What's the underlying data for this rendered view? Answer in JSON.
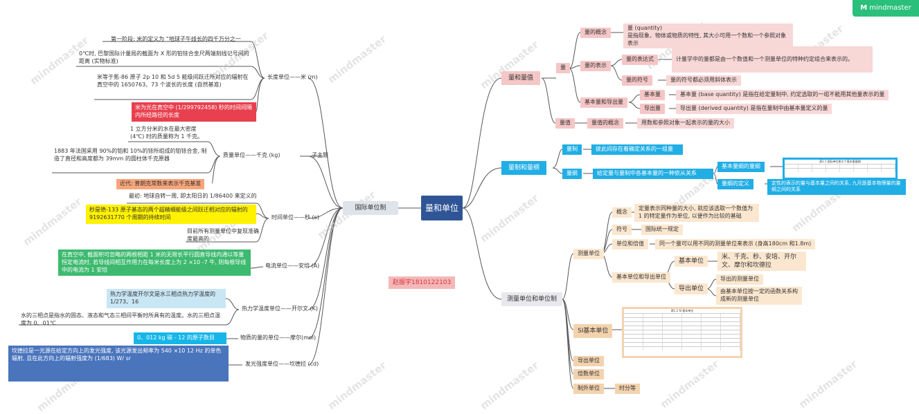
{
  "brand": {
    "label": "mindmaster",
    "icon": "mindmaster-logo-icon"
  },
  "watermark": "mindmaster",
  "root": "量和单位",
  "student": "赵振宇1810122103",
  "left": {
    "title": "国际单位制",
    "length": {
      "label": "长度单位——米 (m)",
      "d1": "第一阶段: 米的定义为 “地球子午线长的四千万分之一",
      "d2": "0℃时, 巴黎国际计量局的截面为 X 形的铂铱合金尺两端刻线记号间的距离 (实物标准)",
      "d3": "米等于氪-86 原子 2p 10 和 5d 5 能级间跃迁所对应的辐射在真空中的 1650763、73 个波长的长度 (自然基准)",
      "d4": "米为光在真空中 (1/299792458) 秒的时间间隔内所经路径的长度"
    },
    "mass": {
      "label": "质量单位——千克 (kg)",
      "tag": "子主题",
      "d1": "1 立方分米的水在最大密度 (4℃) 时的质量称为 1 千克。",
      "d2": "1883 年法国采用 90%的铂和 10%的铱所组成的铂铱合金, 制造了直径和高度都为 39mm 的圆柱体千克原器",
      "d3": "近代: 普朗克常数来表示千克基准"
    },
    "time": {
      "label": "时间单位——秒 (s)",
      "d1": "最初: 地球自转一周, 即太阳日的 1/86400 来定义的",
      "d2": "秒是铯-133 原子基态的两个超精细能级之间跃迁相对应的辐射的 9192631770 个周期的持续时间",
      "d3": "目前所有测量单位中复现准确度最高的"
    },
    "current": {
      "label": "电流单位——安培 (A)",
      "d1": "在真空中, 截面积可忽略的两根相距 1 米的无限长平行圆直导线内通以等量恒定电流时, 若导线间相互作用力在每米长度上为 2 ×10 -7 牛, 则每根导线中的电流为 1 安培"
    },
    "temperature": {
      "label": "热力学温度单位——开尔文 (K)",
      "d1": "热力学温度开尔文是水三相点热力学温度的 1/273、16",
      "d2": "水的三相点是指水的固态、液态和气态三相间平衡时所具有的温度。水的三相点温度为 0、01℃"
    },
    "amount": {
      "label": "物质的量的单位——摩尔(mol)",
      "d1": "0、012 kg 碳 - 12 的原子数目"
    },
    "luminous": {
      "label": "发光强度单位——坎德拉 (cd)",
      "d1": "坎德拉是一光源在给定方向上的发光强度, 该光源发出频率为 540 ×10 12 Hz 的单色辐射, 且在此方向上的辐射强度为 (1/683) W/ sr"
    }
  },
  "right": {
    "quantity": {
      "title": "量和量值",
      "liang": "量",
      "concept": "量的概念",
      "concept_text1": "量 (quantity)",
      "concept_text2": "是指现象、物体或物质的特性, 其大小可用一个数和一个参照对象表示",
      "repr": "量的表示",
      "expr": "量的表达式",
      "expr_text": "计量学中的量都是由一个数值和一个测量单位的特种约定组合来表示的。",
      "symbol": "量的符号",
      "symbol_text": "量的符号都必须用斜体表示",
      "basic_derived": "基本量和导出量",
      "basic": "基本量",
      "basic_text": "基本量 (base quantity) 是指在给定量制中, 约定选取的一组不能用其他量表示的量",
      "derived": "导出量",
      "derived_text": "导出量 (derived quantity) 是指在量制中由基本量定义的量",
      "value": "量值",
      "value_concept": "量值的概念",
      "value_text": "用数和参照对象一起表示的量的大小"
    },
    "system": {
      "title": "量制和量纲",
      "zhi": "量制",
      "zhi_text": "彼此间存在着确定关系的一组量",
      "gang": "量纲",
      "gang_text": "给定量与量制中各基本量的一种依从关系",
      "basic_gang": "基本量纲的量纲",
      "def": "量纲的定义",
      "def_text": "定性的表示的量与基本量之间的关系, 九月是基本物理量的量纲之间的关系"
    },
    "units": {
      "title": "测量单位和单位制",
      "measure": "测量单位",
      "concept": "概念",
      "concept_text": "定量表示同种量的大小, 就应该选取一个数值为 1 的特定量作为单位, 以便作为比较的基础",
      "symbol": "符号",
      "symbol_text": "国际统一规定",
      "multiple": "单位和倍值",
      "multiple_text": "同一个量可以用不同的测量单位来表示 (身高180cm 和1.8m)",
      "bd": "基本单位和导出单位",
      "basic": "基本单位",
      "basic_text": "米、千克、秒、安培、开尔文、摩尔和坎德拉",
      "derived": "导出单位",
      "derived_text1": "导出的测量单位",
      "derived_text2": "由基本单位按一定的函数关系构成新的测量单位",
      "si": "SI基本单位",
      "export": "导出单位",
      "multiples": "倍数单位",
      "other": "制外单位",
      "other_text": "时分等"
    }
  },
  "tables": {
    "t1_caption": "表1.1  国际单位制七个基本量量纲",
    "t2_caption": "表1.2  SI 基本单位"
  }
}
